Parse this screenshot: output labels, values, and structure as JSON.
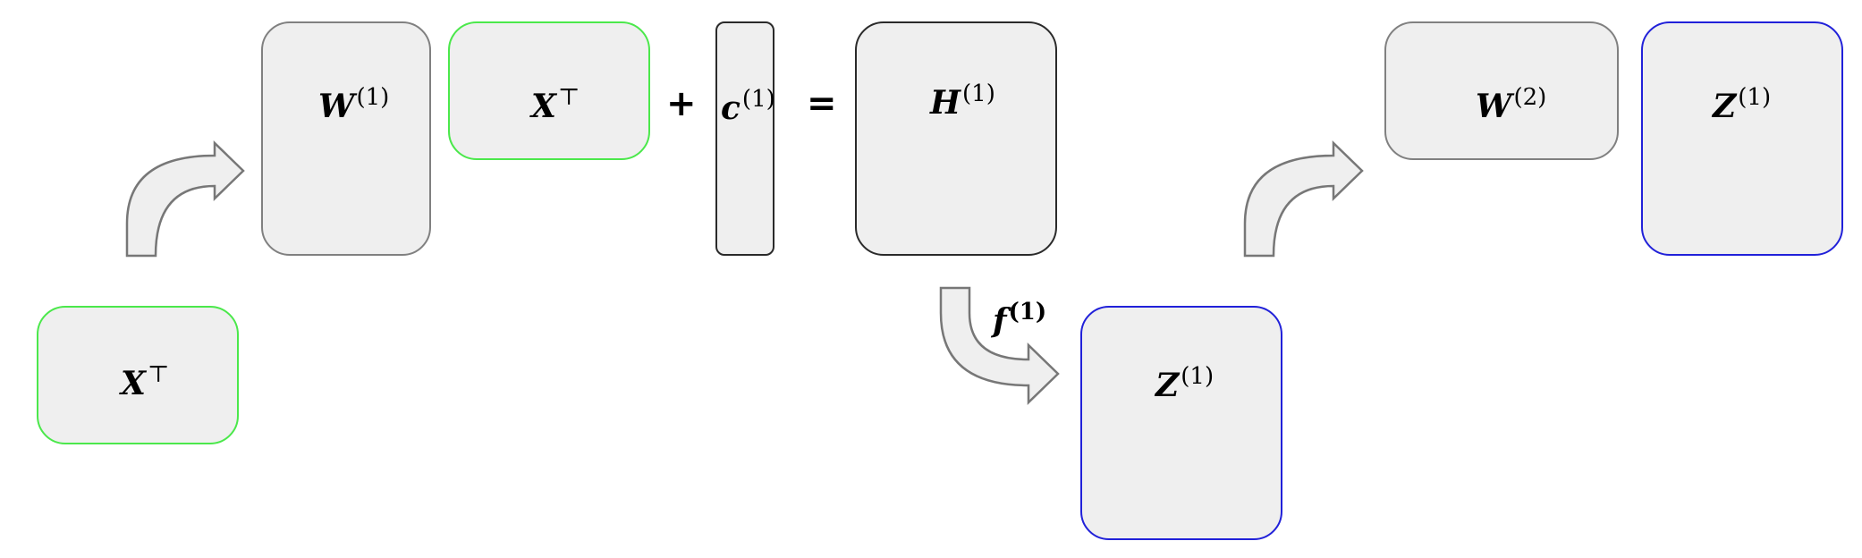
{
  "top_row": {
    "w1": {
      "base": "W",
      "sup": "(1)"
    },
    "xt": {
      "base": "X",
      "sup": "⊤"
    },
    "plus": "+",
    "c1": {
      "base": "c",
      "sup": "(1)"
    },
    "equals": "=",
    "h1": {
      "base": "H",
      "sup": "(1)"
    },
    "w2": {
      "base": "W",
      "sup": "(2)"
    },
    "z1": {
      "base": "Z",
      "sup": "(1)"
    }
  },
  "input": {
    "xt": {
      "base": "X",
      "sup": "⊤"
    }
  },
  "activation": {
    "f1": {
      "base": "f",
      "sup": "(1)"
    },
    "z1": {
      "base": "Z",
      "sup": "(1)"
    }
  },
  "colors": {
    "box_fill": "#efefef",
    "border_gray": "#808080",
    "border_green": "#4be84b",
    "border_blue": "#2121d9",
    "border_dark": "#2a2a2a"
  }
}
